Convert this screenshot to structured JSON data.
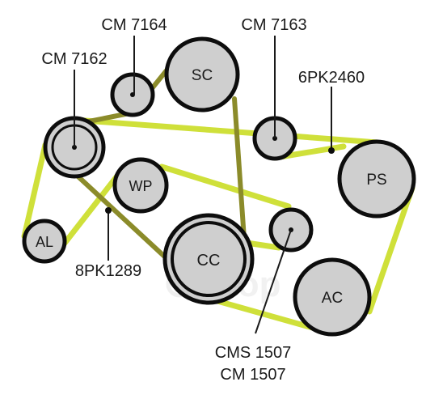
{
  "colors": {
    "belt_outer": "#cfe03a",
    "belt_inner": "#8b8b2a",
    "pulley_fill": "#cfcfcf",
    "pulley_stroke": "#0d0d0d",
    "watermark": "#e9e9e9"
  },
  "pulleys": {
    "sc": "SC",
    "wp": "WP",
    "cc": "CC",
    "ps": "PS",
    "al": "AL",
    "ac": "AC"
  },
  "callouts": {
    "cm7164": "CM 7164",
    "cm7163": "CM 7163",
    "cm7162": "CM 7162",
    "belt_6pk2460": "6PK2460",
    "belt_8pk1289": "8PK1289",
    "cms1507": "CMS 1507",
    "cm1507": "CM 1507"
  },
  "watermark": {
    "text": "onop"
  }
}
